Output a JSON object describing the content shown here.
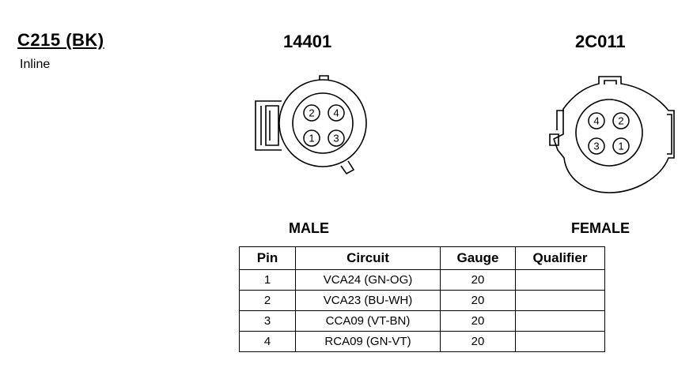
{
  "connector": {
    "id": "C215 (BK)",
    "type": "Inline"
  },
  "male": {
    "part_number": "14401",
    "label": "MALE",
    "pins": [
      "2",
      "4",
      "1",
      "3"
    ]
  },
  "female": {
    "part_number": "2C011",
    "label": "FEMALE",
    "pins": [
      "4",
      "2",
      "3",
      "1"
    ]
  },
  "table": {
    "headers": [
      "Pin",
      "Circuit",
      "Gauge",
      "Qualifier"
    ],
    "rows": [
      [
        "1",
        "VCA24 (GN-OG)",
        "20",
        ""
      ],
      [
        "2",
        "VCA23 (BU-WH)",
        "20",
        ""
      ],
      [
        "3",
        "CCA09 (VT-BN)",
        "20",
        ""
      ],
      [
        "4",
        "RCA09 (GN-VT)",
        "20",
        ""
      ]
    ]
  }
}
